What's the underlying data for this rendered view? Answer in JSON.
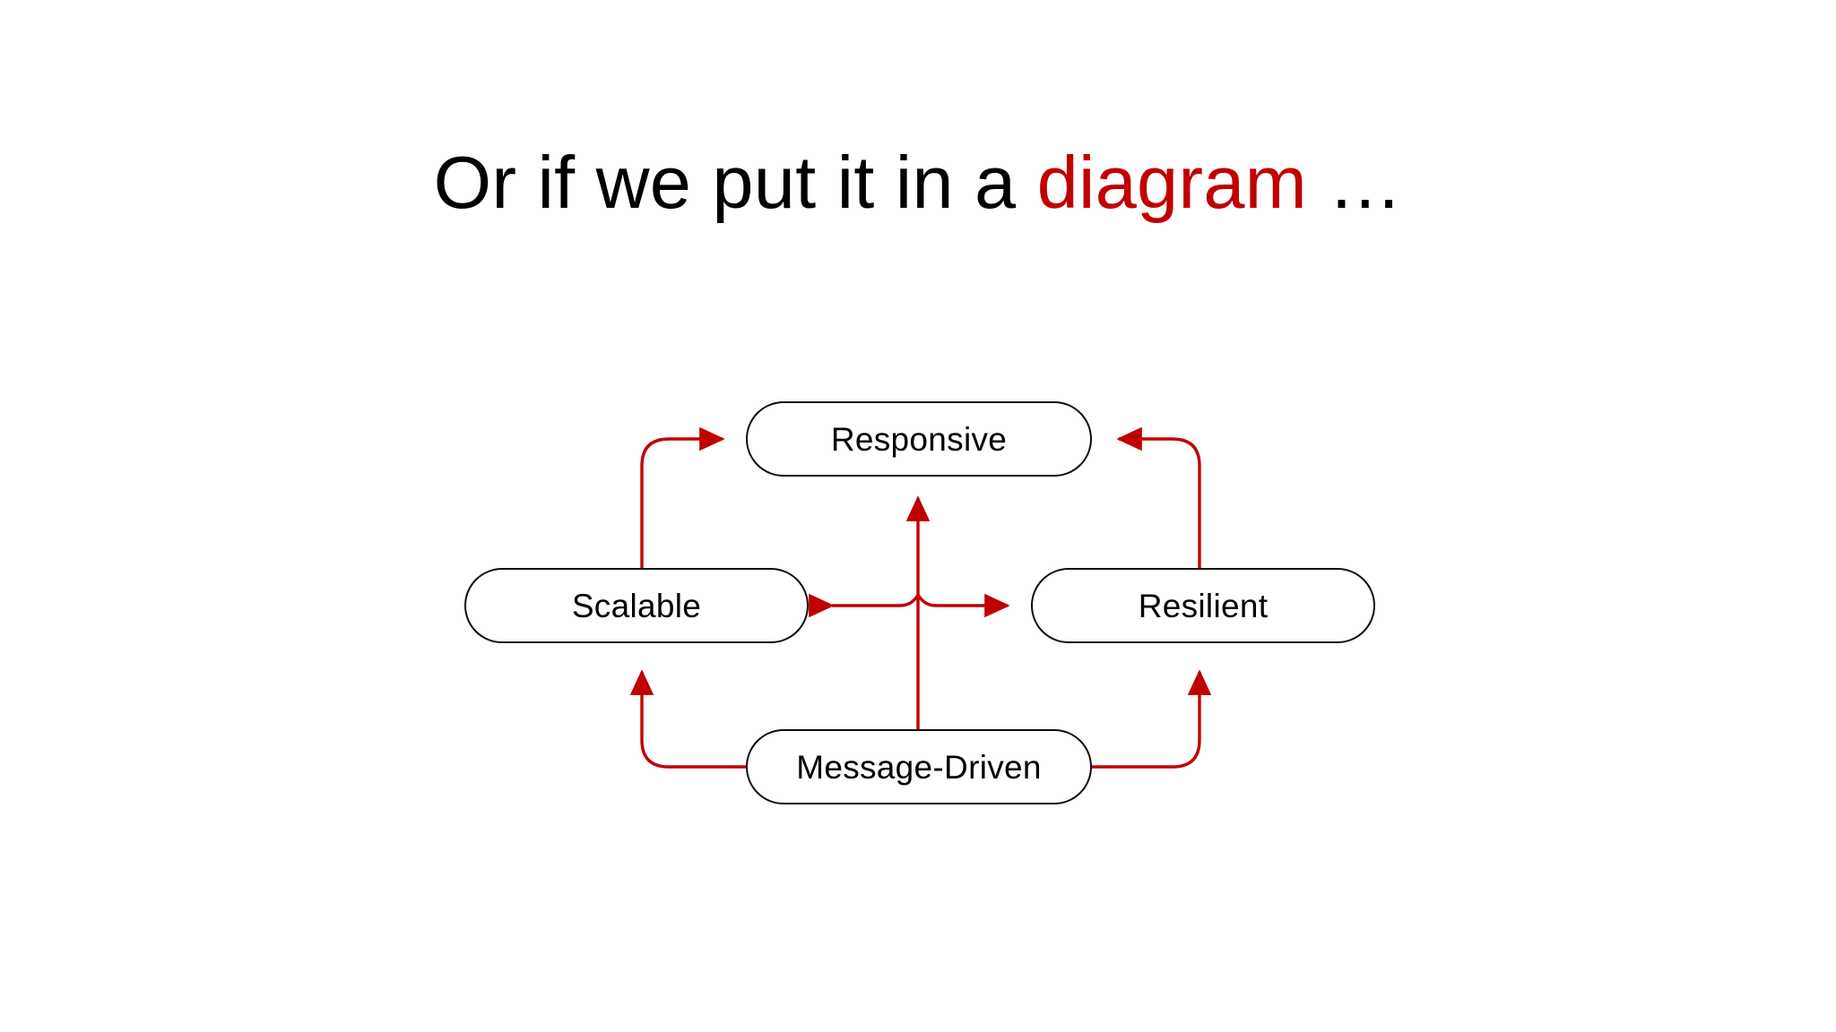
{
  "slide": {
    "title": {
      "prefix": "Or if we put it in a ",
      "accent": "diagram",
      "suffix": " …",
      "accent_color": "#C00000",
      "text_color": "#000000"
    },
    "background_color": "#FFFFFF"
  },
  "diagram": {
    "type": "cycle-relationship",
    "node_border_color": "#0D0D0D",
    "node_fill_color": "#FFFFFF",
    "arrow_color": "#C00000",
    "nodes": [
      {
        "id": "responsive",
        "label": "Responsive",
        "position": "top"
      },
      {
        "id": "scalable",
        "label": "Scalable",
        "position": "left"
      },
      {
        "id": "resilient",
        "label": "Resilient",
        "position": "right"
      },
      {
        "id": "message-driven",
        "label": "Message-Driven",
        "position": "bottom"
      }
    ],
    "connections": [
      {
        "from": "scalable",
        "to": "responsive",
        "style": "elbow-curve",
        "heads": "single"
      },
      {
        "from": "resilient",
        "to": "responsive",
        "style": "elbow-curve",
        "heads": "single"
      },
      {
        "from": "message-driven",
        "to": "scalable",
        "style": "elbow-curve",
        "heads": "single"
      },
      {
        "from": "message-driven",
        "to": "resilient",
        "style": "elbow-curve",
        "heads": "single"
      },
      {
        "from": "message-driven",
        "to": "responsive",
        "style": "straight-vertical",
        "heads": "single"
      },
      {
        "from": "scalable",
        "to": "resilient",
        "style": "straight-horizontal",
        "heads": "double"
      }
    ]
  }
}
